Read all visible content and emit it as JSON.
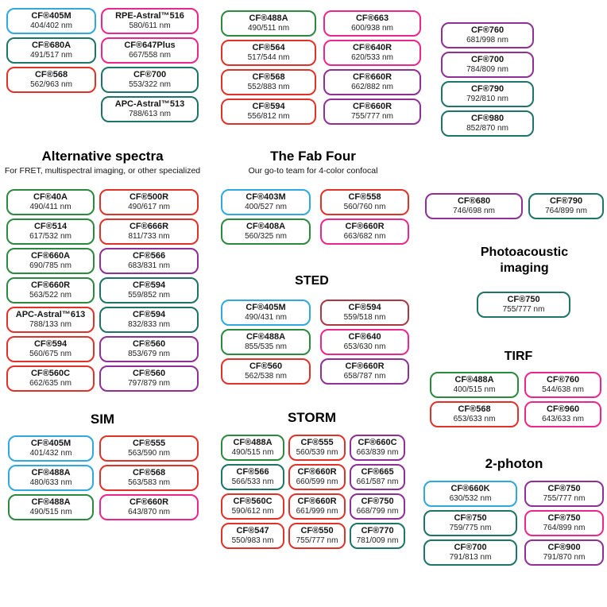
{
  "accent_colors": {
    "blue": "#31a8e0",
    "green": "#2c8a3e",
    "teal": "#1e7468",
    "red": "#e1322a",
    "pink": "#ec268c",
    "purple": "#8e3096",
    "maroon": "#a93842"
  },
  "sections": {
    "alternative": {
      "title": "Alternative spectra",
      "subtitle": "For FRET, multispectral imaging, or other specialized"
    },
    "fabfour": {
      "title": "The Fab Four",
      "subtitle": "Our go-to team for 4-color confocal"
    },
    "sted": {
      "title": "STED"
    },
    "photoacoustic": {
      "title": "Photoacoustic imaging"
    },
    "tirf": {
      "title": "TIRF"
    },
    "sim": {
      "title": "SIM"
    },
    "storm": {
      "title": "STORM"
    },
    "twophoton": {
      "title": "2-photon"
    }
  },
  "columns": {
    "top_col1": {
      "pills": [
        {
          "name": "CF®405M",
          "exem": "404/402 nm",
          "color": "blue"
        },
        {
          "name": "CF®680A",
          "exem": "491/517 nm",
          "color": "teal"
        },
        {
          "name": "CF®568",
          "exem": "562/963 nm",
          "color": "red"
        }
      ]
    },
    "top_col2": {
      "pills": [
        {
          "name": "RPE-Astral™516",
          "exem": "580/611 nm",
          "color": "pink"
        },
        {
          "name": "CF®647Plus",
          "exem": "667/558 nm",
          "color": "pink"
        },
        {
          "name": "CF®700",
          "exem": "553/322 nm",
          "color": "teal"
        },
        {
          "name": "APC-Astral™513",
          "exem": "788/613 nm",
          "color": "teal"
        }
      ]
    },
    "top_col3": {
      "pills": [
        {
          "name": "CF®488A",
          "exem": "490/511 nm",
          "color": "green"
        },
        {
          "name": "CF®564",
          "exem": "517/544 nm",
          "color": "red"
        },
        {
          "name": "CF®568",
          "exem": "552/883 nm",
          "color": "red"
        },
        {
          "name": "CF®594",
          "exem": "556/812 nm",
          "color": "red"
        }
      ]
    },
    "top_col4": {
      "pills": [
        {
          "name": "CF®663",
          "exem": "600/938 nm",
          "color": "pink"
        },
        {
          "name": "CF®640R",
          "exem": "620/533 nm",
          "color": "pink"
        },
        {
          "name": "CF®660R",
          "exem": "662/882 nm",
          "color": "purple"
        },
        {
          "name": "CF®660R",
          "exem": "755/777 nm",
          "color": "purple"
        }
      ]
    },
    "top_col5": {
      "pills": [
        {
          "name": "CF®760",
          "exem": "681/998 nm",
          "color": "purple"
        },
        {
          "name": "CF®700",
          "exem": "784/809 nm",
          "color": "purple"
        },
        {
          "name": "CF®790",
          "exem": "792/810 nm",
          "color": "teal"
        },
        {
          "name": "CF®980",
          "exem": "852/870 nm",
          "color": "teal"
        }
      ]
    },
    "alt_col1": {
      "pills": [
        {
          "name": "CF®40A",
          "exem": "490/411 nm",
          "color": "green"
        },
        {
          "name": "CF®514",
          "exem": "617/532 nm",
          "color": "green"
        },
        {
          "name": "CF®660A",
          "exem": "690/785 nm",
          "color": "green"
        },
        {
          "name": "CF®660R",
          "exem": "563/522 nm",
          "color": "green"
        },
        {
          "name": "APC-Astral™613",
          "exem": "788/133 nm",
          "color": "red"
        },
        {
          "name": "CF®594",
          "exem": "560/675 nm",
          "color": "red"
        },
        {
          "name": "CF®560C",
          "exem": "662/635 nm",
          "color": "red"
        }
      ]
    },
    "alt_col2": {
      "pills": [
        {
          "name": "CF®500R",
          "exem": "490/617 nm",
          "color": "red"
        },
        {
          "name": "CF®666R",
          "exem": "811/733 nm",
          "color": "red"
        },
        {
          "name": "CF®566",
          "exem": "683/831 nm",
          "color": "purple"
        },
        {
          "name": "CF®594",
          "exem": "559/852 nm",
          "color": "teal"
        },
        {
          "name": "CF®594",
          "exem": "832/833 nm",
          "color": "teal"
        },
        {
          "name": "CF®560",
          "exem": "853/679 nm",
          "color": "purple"
        },
        {
          "name": "CF®560",
          "exem": "797/879 nm",
          "color": "purple"
        }
      ]
    },
    "fab_col1": {
      "pills": [
        {
          "name": "CF®403M",
          "exem": "400/527 nm",
          "color": "blue"
        },
        {
          "name": "CF®408A",
          "exem": "560/325 nm",
          "color": "green"
        }
      ]
    },
    "fab_col2": {
      "pills": [
        {
          "name": "CF®558",
          "exem": "560/760 nm",
          "color": "red"
        },
        {
          "name": "CF®660R",
          "exem": "663/682 nm",
          "color": "pink"
        }
      ]
    },
    "sted_col1": {
      "pills": [
        {
          "name": "CF®405M",
          "exem": "490/431 nm",
          "color": "blue"
        },
        {
          "name": "CF®488A",
          "exem": "855/535 nm",
          "color": "green"
        },
        {
          "name": "CF®560",
          "exem": "562/538 nm",
          "color": "red"
        }
      ]
    },
    "sted_col2": {
      "pills": [
        {
          "name": "CF®594",
          "exem": "559/518 nm",
          "color": "maroon"
        },
        {
          "name": "CF®640",
          "exem": "653/630 nm",
          "color": "pink"
        },
        {
          "name": "CF®660R",
          "exem": "658/787 nm",
          "color": "purple"
        }
      ]
    },
    "pair_col1": {
      "pills": [
        {
          "name": "CF®680",
          "exem": "746/698 nm",
          "color": "purple"
        }
      ]
    },
    "pair_col2": {
      "pills": [
        {
          "name": "CF®790",
          "exem": "764/899 nm",
          "color": "teal"
        }
      ]
    },
    "pa_col": {
      "pills": [
        {
          "name": "CF®750",
          "exem": "755/777 nm",
          "color": "teal"
        }
      ]
    },
    "tirf_col1": {
      "pills": [
        {
          "name": "CF®488A",
          "exem": "400/515 nm",
          "color": "green"
        },
        {
          "name": "CF®568",
          "exem": "653/633 nm",
          "color": "red"
        }
      ]
    },
    "tirf_col2": {
      "pills": [
        {
          "name": "CF®760",
          "exem": "544/638 nm",
          "color": "pink"
        },
        {
          "name": "CF®960",
          "exem": "643/633 nm",
          "color": "pink"
        }
      ]
    },
    "sim_col1": {
      "pills": [
        {
          "name": "CF®405M",
          "exem": "401/432 nm",
          "color": "blue"
        },
        {
          "name": "CF®488A",
          "exem": "480/633 nm",
          "color": "blue"
        },
        {
          "name": "CF®488A",
          "exem": "490/515 nm",
          "color": "green"
        }
      ]
    },
    "sim_col2": {
      "pills": [
        {
          "name": "CF®555",
          "exem": "563/590 nm",
          "color": "red"
        },
        {
          "name": "CF®568",
          "exem": "563/583 nm",
          "color": "red"
        },
        {
          "name": "CF®660R",
          "exem": "643/870 nm",
          "color": "pink"
        }
      ]
    },
    "storm_col1": {
      "pills": [
        {
          "name": "CF®488A",
          "exem": "490/515 nm",
          "color": "green"
        },
        {
          "name": "CF®566",
          "exem": "566/533 nm",
          "color": "teal"
        },
        {
          "name": "CF®560C",
          "exem": "590/612 nm",
          "color": "red"
        },
        {
          "name": "CF®547",
          "exem": "550/983 nm",
          "color": "red"
        }
      ]
    },
    "storm_col2": {
      "pills": [
        {
          "name": "CF®555",
          "exem": "560/539 nm",
          "color": "red"
        },
        {
          "name": "CF®660R",
          "exem": "660/599 nm",
          "color": "red"
        },
        {
          "name": "CF®660R",
          "exem": "661/999 nm",
          "color": "red"
        },
        {
          "name": "CF®550",
          "exem": "755/777 nm",
          "color": "red"
        }
      ]
    },
    "storm_col3": {
      "pills": [
        {
          "name": "CF®660C",
          "exem": "663/839 nm",
          "color": "purple"
        },
        {
          "name": "CF®665",
          "exem": "661/587 nm",
          "color": "purple"
        },
        {
          "name": "CF®750",
          "exem": "668/799 nm",
          "color": "purple"
        },
        {
          "name": "CF®770",
          "exem": "781/009 nm",
          "color": "teal"
        }
      ]
    },
    "tp_col1": {
      "pills": [
        {
          "name": "CF®660K",
          "exem": "630/532 nm",
          "color": "blue"
        },
        {
          "name": "CF®750",
          "exem": "759/775 nm",
          "color": "teal"
        },
        {
          "name": "CF®700",
          "exem": "791/813 nm",
          "color": "teal"
        }
      ]
    },
    "tp_col2": {
      "pills": [
        {
          "name": "CF®750",
          "exem": "755/777 nm",
          "color": "purple"
        },
        {
          "name": "CF®750",
          "exem": "764/899 nm",
          "color": "pink"
        },
        {
          "name": "CF®900",
          "exem": "791/870 nm",
          "color": "purple"
        }
      ]
    }
  }
}
